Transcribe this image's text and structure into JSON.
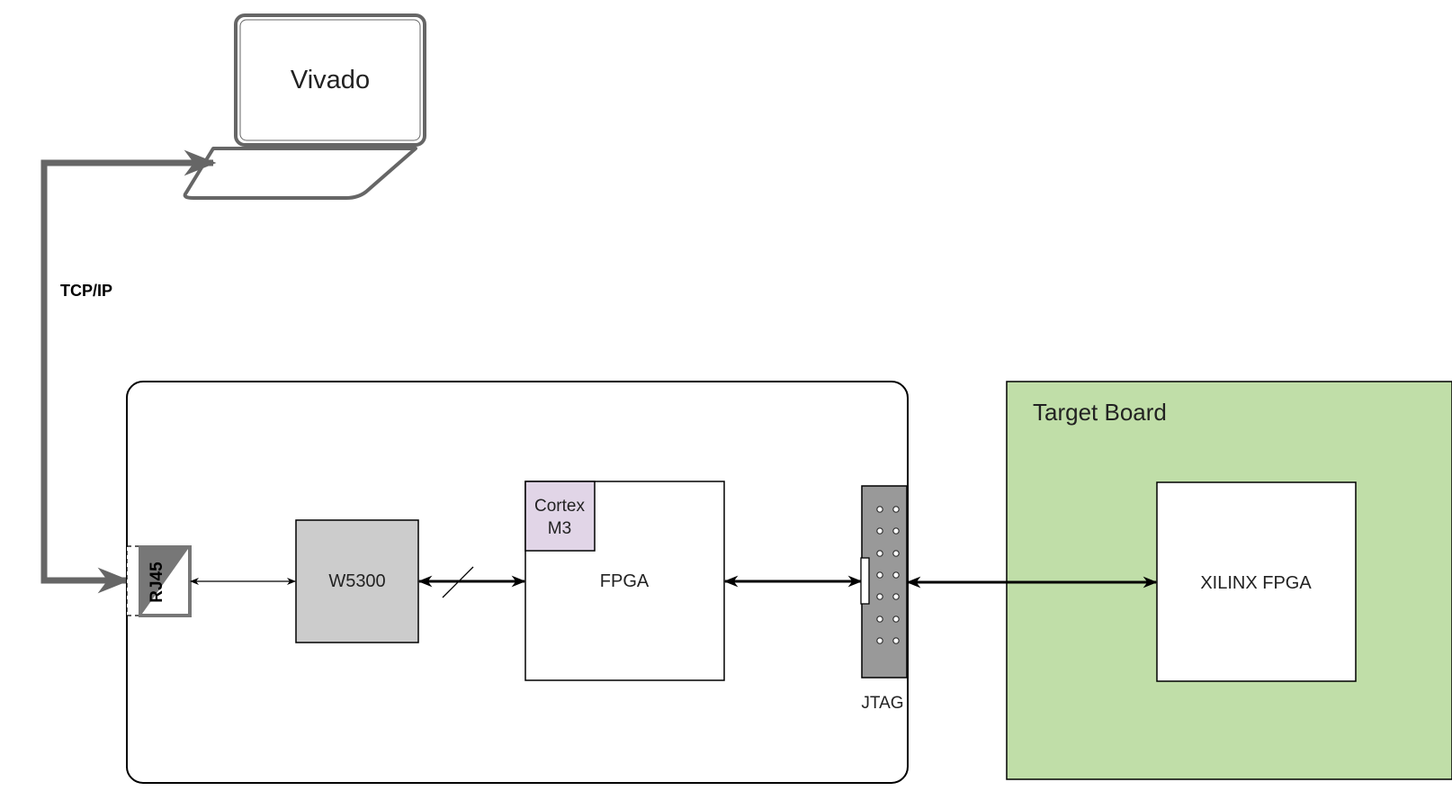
{
  "laptop": {
    "label": "Vivado"
  },
  "link": {
    "label": "TCP/IP"
  },
  "connector": {
    "label": "RJ45"
  },
  "ethernet_chip": {
    "label": "W5300"
  },
  "fpga": {
    "label": "FPGA",
    "core_line1": "Cortex",
    "core_line2": "M3"
  },
  "jtag": {
    "label": "JTAG"
  },
  "target_board": {
    "title": "Target Board",
    "chip_label": "XILINX FPGA"
  },
  "colors": {
    "laptop_stroke": "#666666",
    "chip_gray": "#cccccc",
    "cortex_fill": "#e1d5e7",
    "jtag_fill": "#999999",
    "target_fill": "#c0dea8",
    "line": "#000000"
  }
}
